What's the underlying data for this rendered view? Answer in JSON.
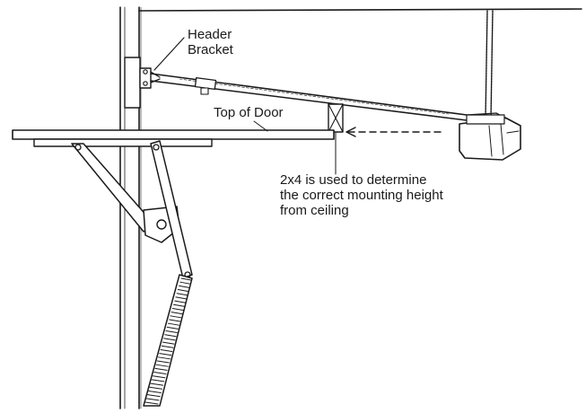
{
  "labels": {
    "header_bracket": [
      "Header",
      "Bracket"
    ],
    "top_of_door": "Top of Door",
    "mounting_note": [
      "2x4 is used to determine",
      "the correct mounting height",
      "from ceiling"
    ]
  }
}
